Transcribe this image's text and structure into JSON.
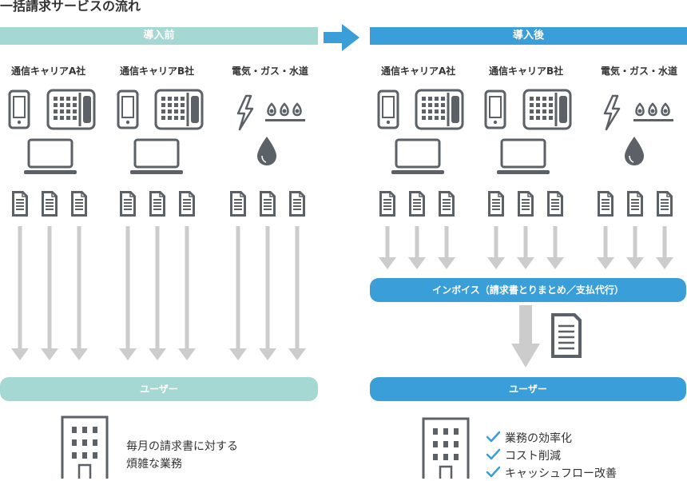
{
  "title": "一括請求サービスの流れ",
  "colors": {
    "before": "#a6d8d3",
    "after": "#3a9ed8",
    "icon": "#5b6167",
    "arrow": "#cccccc"
  },
  "before": {
    "header": "導入前",
    "providers": [
      "通信キャリアA社",
      "通信キャリアB社",
      "電気・ガス・水道"
    ],
    "user_label": "ユーザー",
    "description": [
      "毎月の請求書に対する",
      "煩雑な業務"
    ]
  },
  "after": {
    "header": "導入後",
    "providers": [
      "通信キャリアA社",
      "通信キャリアB社",
      "電気・ガス・水道"
    ],
    "invoice_bar": "インボイス（請求書とりまとめ／支払代行）",
    "user_label": "ユーザー",
    "benefits": [
      "業務の効率化",
      "コスト削減",
      "キャッシュフロー改善"
    ]
  }
}
